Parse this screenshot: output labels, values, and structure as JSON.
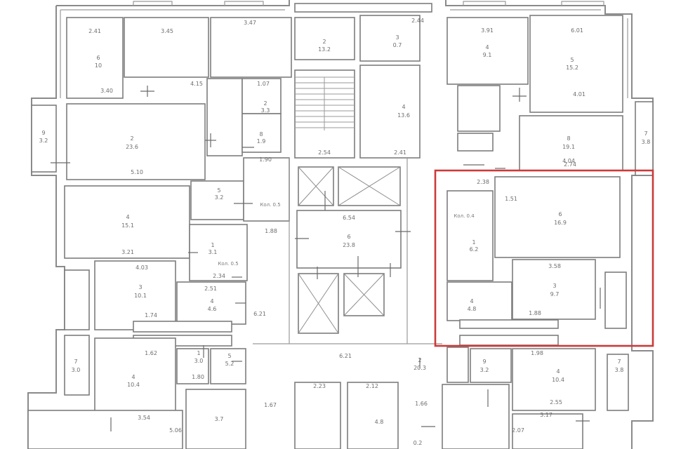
{
  "plan": {
    "highlight_color": "#cc3a3a",
    "labels": [
      {
        "id": "l1",
        "t": "2.41"
      },
      {
        "id": "l2",
        "t": "3.45"
      },
      {
        "id": "l3",
        "t": "3.47"
      },
      {
        "id": "l4",
        "t": "2.44"
      },
      {
        "id": "l5",
        "t": "3.91"
      },
      {
        "id": "l6",
        "t": "6.01"
      },
      {
        "id": "l7",
        "t": "6"
      },
      {
        "id": "l8",
        "t": "10"
      },
      {
        "id": "l9",
        "t": "4"
      },
      {
        "id": "l10",
        "t": "9.1"
      },
      {
        "id": "l11",
        "t": "5"
      },
      {
        "id": "l12",
        "t": "15.2"
      },
      {
        "id": "l13",
        "t": "3"
      },
      {
        "id": "l14",
        "t": "0.7"
      },
      {
        "id": "l15",
        "t": "2"
      },
      {
        "id": "l16",
        "t": "13.2"
      },
      {
        "id": "l17",
        "t": "3.40"
      },
      {
        "id": "l18",
        "t": "4.15"
      },
      {
        "id": "l19",
        "t": "1.07"
      },
      {
        "id": "l20",
        "t": "4.01"
      },
      {
        "id": "l21",
        "t": "2"
      },
      {
        "id": "l22",
        "t": "3.3"
      },
      {
        "id": "l23",
        "t": "8"
      },
      {
        "id": "l24",
        "t": "1.9"
      },
      {
        "id": "l25",
        "t": "2"
      },
      {
        "id": "l26",
        "t": "23.6"
      },
      {
        "id": "l27",
        "t": "5.10"
      },
      {
        "id": "l28",
        "t": "1.90"
      },
      {
        "id": "l29",
        "t": "2.54"
      },
      {
        "id": "l30",
        "t": "2.41"
      },
      {
        "id": "l31",
        "t": "4"
      },
      {
        "id": "l32",
        "t": "13.6"
      },
      {
        "id": "l33",
        "t": "9"
      },
      {
        "id": "l34",
        "t": "3.2"
      },
      {
        "id": "l35",
        "t": "8"
      },
      {
        "id": "l36",
        "t": "19.1"
      },
      {
        "id": "l37",
        "t": "2.74"
      },
      {
        "id": "l38",
        "t": "7"
      },
      {
        "id": "l39",
        "t": "3.8"
      },
      {
        "id": "l40",
        "t": "4.04"
      },
      {
        "id": "l41",
        "t": "2.38"
      },
      {
        "id": "l42",
        "t": "5"
      },
      {
        "id": "l43",
        "t": "3.2"
      },
      {
        "id": "l44",
        "t": "4"
      },
      {
        "id": "l45",
        "t": "15.1"
      },
      {
        "id": "l46",
        "t": "Кол. 0.5"
      },
      {
        "id": "l47",
        "t": "1.88"
      },
      {
        "id": "l48",
        "t": "6.54"
      },
      {
        "id": "l49",
        "t": "6"
      },
      {
        "id": "l50",
        "t": "23.8"
      },
      {
        "id": "l51",
        "t": "3.21"
      },
      {
        "id": "l52",
        "t": "1"
      },
      {
        "id": "l53",
        "t": "3.1"
      },
      {
        "id": "l54",
        "t": "Кол. 0.5"
      },
      {
        "id": "l55",
        "t": "4.03"
      },
      {
        "id": "l56",
        "t": "2.34"
      },
      {
        "id": "l57",
        "t": "3"
      },
      {
        "id": "l58",
        "t": "10.1"
      },
      {
        "id": "l59",
        "t": "2.51"
      },
      {
        "id": "l60",
        "t": "4"
      },
      {
        "id": "l61",
        "t": "4.6"
      },
      {
        "id": "l62",
        "t": "1.74"
      },
      {
        "id": "l63",
        "t": "6.21"
      },
      {
        "id": "l64",
        "t": "Кол. 0.4"
      },
      {
        "id": "l65",
        "t": "1.51"
      },
      {
        "id": "l66",
        "t": "6"
      },
      {
        "id": "l67",
        "t": "16.9"
      },
      {
        "id": "l68",
        "t": "1"
      },
      {
        "id": "l69",
        "t": "6.2"
      },
      {
        "id": "l70",
        "t": "3.58"
      },
      {
        "id": "l71",
        "t": "3"
      },
      {
        "id": "l72",
        "t": "9.7"
      },
      {
        "id": "l73",
        "t": "4"
      },
      {
        "id": "l74",
        "t": "4.8"
      },
      {
        "id": "l75",
        "t": "1.88"
      },
      {
        "id": "l76",
        "t": "1.62"
      },
      {
        "id": "l77",
        "t": "4"
      },
      {
        "id": "l78",
        "t": "10.4"
      },
      {
        "id": "l79",
        "t": "1"
      },
      {
        "id": "l80",
        "t": "3.0"
      },
      {
        "id": "l81",
        "t": "5"
      },
      {
        "id": "l82",
        "t": "5.2"
      },
      {
        "id": "l83",
        "t": "1.80"
      },
      {
        "id": "l84",
        "t": "6.21"
      },
      {
        "id": "l85",
        "t": "2"
      },
      {
        "id": "l86",
        "t": "20.3"
      },
      {
        "id": "l87",
        "t": "1.98"
      },
      {
        "id": "l88",
        "t": "4"
      },
      {
        "id": "l89",
        "t": "10.4"
      },
      {
        "id": "l90",
        "t": "7"
      },
      {
        "id": "l91",
        "t": "3.8"
      },
      {
        "id": "l92",
        "t": "2.55"
      },
      {
        "id": "l93",
        "t": "3.54"
      },
      {
        "id": "l94",
        "t": "5.06"
      },
      {
        "id": "l95",
        "t": "1.67"
      },
      {
        "id": "l96",
        "t": "2.23"
      },
      {
        "id": "l97",
        "t": "2.12"
      },
      {
        "id": "l98",
        "t": "1.66"
      },
      {
        "id": "l99",
        "t": "3.17"
      },
      {
        "id": "l100",
        "t": "2.07"
      },
      {
        "id": "l101",
        "t": "4.8"
      },
      {
        "id": "l102",
        "t": "3.7"
      },
      {
        "id": "l103",
        "t": "9"
      },
      {
        "id": "l104",
        "t": "3.2"
      },
      {
        "id": "l105",
        "t": "7"
      },
      {
        "id": "l106",
        "t": "3.0"
      },
      {
        "id": "l107",
        "t": "0.2"
      }
    ]
  }
}
